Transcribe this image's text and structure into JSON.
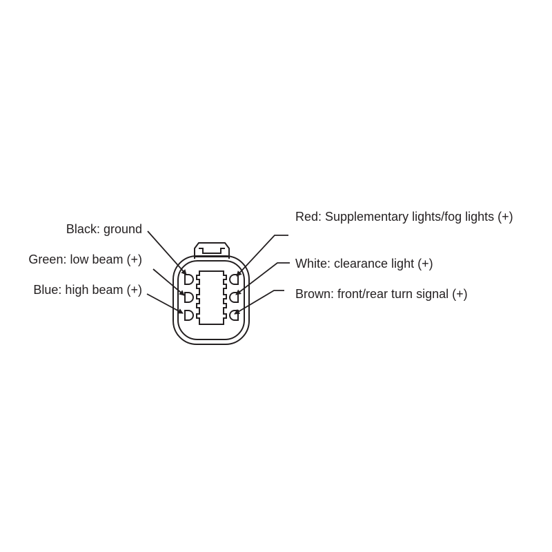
{
  "diagram": {
    "title": "",
    "type": "connector-pinout",
    "colors": {
      "line": "#231f20",
      "background": "#ffffff"
    },
    "left_labels": [
      {
        "id": "black",
        "text": "Black: ground"
      },
      {
        "id": "green",
        "text": "Green: low beam (+)"
      },
      {
        "id": "blue",
        "text": "Blue: high beam (+)"
      }
    ],
    "right_labels": [
      {
        "id": "red",
        "text": "Red: Supplementary lights/fog lights (+)"
      },
      {
        "id": "white",
        "text": "White: clearance light (+)"
      },
      {
        "id": "brown",
        "text": "Brown: front/rear turn signal (+)"
      }
    ]
  }
}
